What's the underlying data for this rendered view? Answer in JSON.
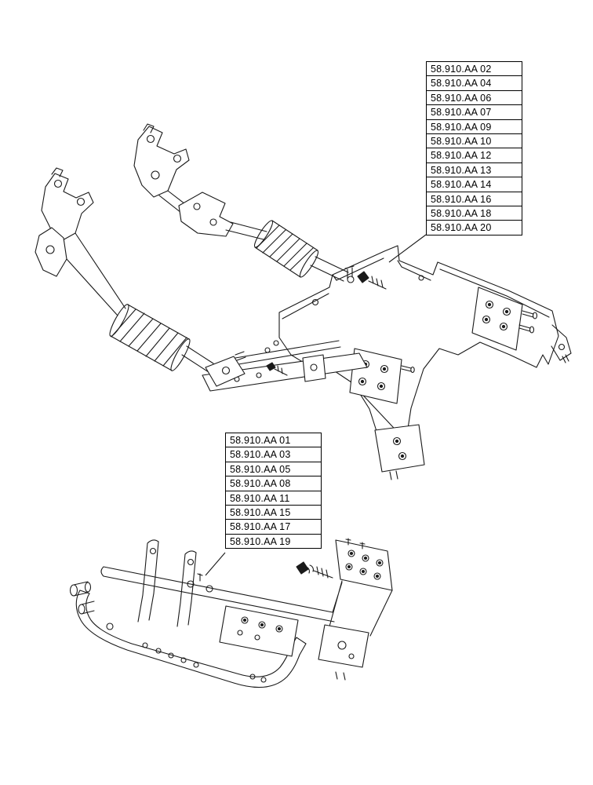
{
  "page": {
    "background": "#ffffff",
    "line_color": "#1a1a1a"
  },
  "callouts": {
    "upper": {
      "refs": [
        "58.910.AA 02",
        "58.910.AA 04",
        "58.910.AA 06",
        "58.910.AA 07",
        "58.910.AA 09",
        "58.910.AA 10",
        "58.910.AA 12",
        "58.910.AA 13",
        "58.910.AA 14",
        "58.910.AA 16",
        "58.910.AA 18",
        "58.910.AA 20"
      ]
    },
    "lower": {
      "refs": [
        "58.910.AA 01",
        "58.910.AA 03",
        "58.910.AA 05",
        "58.910.AA 08",
        "58.910.AA 11",
        "58.910.AA 15",
        "58.910.AA 17",
        "58.910.AA 19"
      ]
    }
  }
}
